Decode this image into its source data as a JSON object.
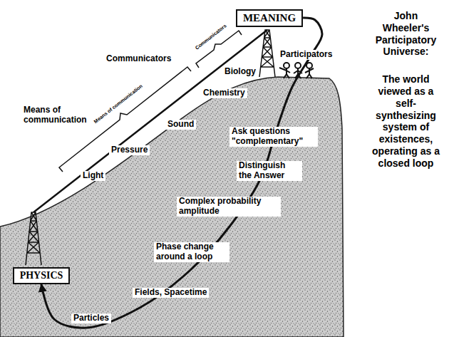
{
  "diagram": {
    "title": "John Wheeler's Participatory Universe:",
    "caption": "The world viewed as a self-synthesizing system of existences, operating as a closed loop",
    "nodes": [
      {
        "text": [
          "MEANING"
        ]
      },
      {
        "text": [
          "PHYSICS"
        ]
      }
    ],
    "edges": [
      {
        "from": 0,
        "to": 1,
        "arrow": "to"
      }
    ],
    "labels": [
      "Communicators",
      "Participators",
      "Biology",
      "Communicators",
      "Chemistry",
      "Means of communication",
      "Sound",
      "Ask questions \"complementary\"",
      "Pressure",
      "Distinguish the Answer",
      "Means of communication",
      "Light",
      "Complex probability amplitude",
      "Phase change around a loop",
      "Fields, Spacetime",
      "Particles"
    ]
  }
}
